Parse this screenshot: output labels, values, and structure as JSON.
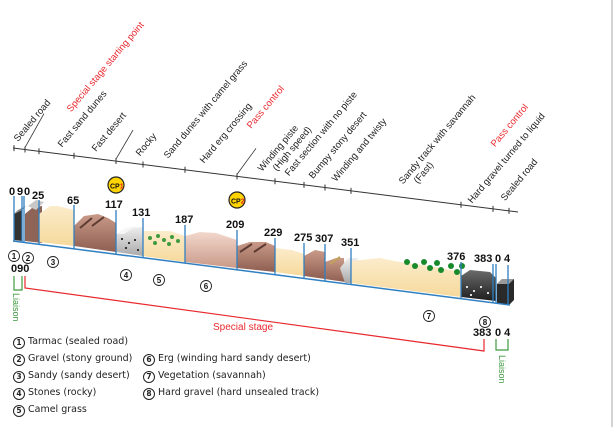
{
  "route_labels": [
    {
      "text": "Sealed road",
      "type": "terrain"
    },
    {
      "text": "Special stage starting point",
      "type": "event"
    },
    {
      "text": "Fast sand dunes",
      "type": "terrain"
    },
    {
      "text": "Fast desert",
      "type": "terrain"
    },
    {
      "text": "Pass control",
      "type": "event"
    },
    {
      "text": "Rocky",
      "type": "terrain"
    },
    {
      "text": "Sand dunes with camel grass",
      "type": "terrain"
    },
    {
      "text": "Hard erg crossing",
      "type": "terrain"
    },
    {
      "text": "Pass control",
      "type": "event"
    },
    {
      "text": "Winding piste",
      "line2": "(High speed)",
      "type": "terrain"
    },
    {
      "text": "Fast section with no piste",
      "type": "terrain"
    },
    {
      "text": "Bumpy stony desert",
      "type": "terrain"
    },
    {
      "text": "Winding and twisty",
      "type": "terrain"
    },
    {
      "text": "Sandy track with savannah",
      "line2": "(Fast)",
      "type": "terrain"
    },
    {
      "text": "Hard gravel turned to liquid",
      "type": "terrain"
    },
    {
      "text": "Sealed road",
      "type": "terrain"
    }
  ],
  "checkpoints": [
    {
      "label": "CP",
      "number": "1",
      "km": "117"
    },
    {
      "label": "CP",
      "number": "2",
      "km": "209"
    }
  ],
  "km_markers": [
    "0",
    "9",
    "0",
    "25",
    "65",
    "117",
    "131",
    "187",
    "209",
    "229",
    "275",
    "307",
    "351",
    "376",
    "383",
    "0",
    "4"
  ],
  "zones": [
    {
      "num": "1",
      "name": "Tarmac (sealed road)"
    },
    {
      "num": "2",
      "name": "Gravel (stony ground)"
    },
    {
      "num": "3",
      "name": "Sandy (sandy desert)"
    },
    {
      "num": "4",
      "name": "Stones (rocky)"
    },
    {
      "num": "5",
      "name": "Camel grass"
    },
    {
      "num": "6",
      "name": "Erg (winding hard sandy desert)"
    },
    {
      "num": "7",
      "name": "Vegetation (savannah)"
    },
    {
      "num": "8",
      "name": "Hard gravel (hard unsealed track)"
    }
  ],
  "zone_sequence": [
    "1",
    "2",
    "3",
    "4",
    "5",
    "6",
    "7",
    "8"
  ],
  "liaison_start": {
    "km_a": "0",
    "km_b": "9",
    "km_c": "0",
    "label": "Liaison"
  },
  "special_stage": {
    "label": "Special stage",
    "end_km": "383"
  },
  "liaison_end": {
    "km_a": "0",
    "km_b": "4",
    "label": "Liaison"
  },
  "colors": {
    "event_red": "#e8292e",
    "liaison_green": "#3f9a3f",
    "marker_blue": "#2f7fc1",
    "sand": "#f7dfae",
    "erg_brown": "#9b6a5c",
    "tarmac": "#3a3a3a",
    "stones": "#cfcfcf",
    "camel_grass": "#3a9a3a",
    "checkpoint_yellow": "#ffd400"
  }
}
